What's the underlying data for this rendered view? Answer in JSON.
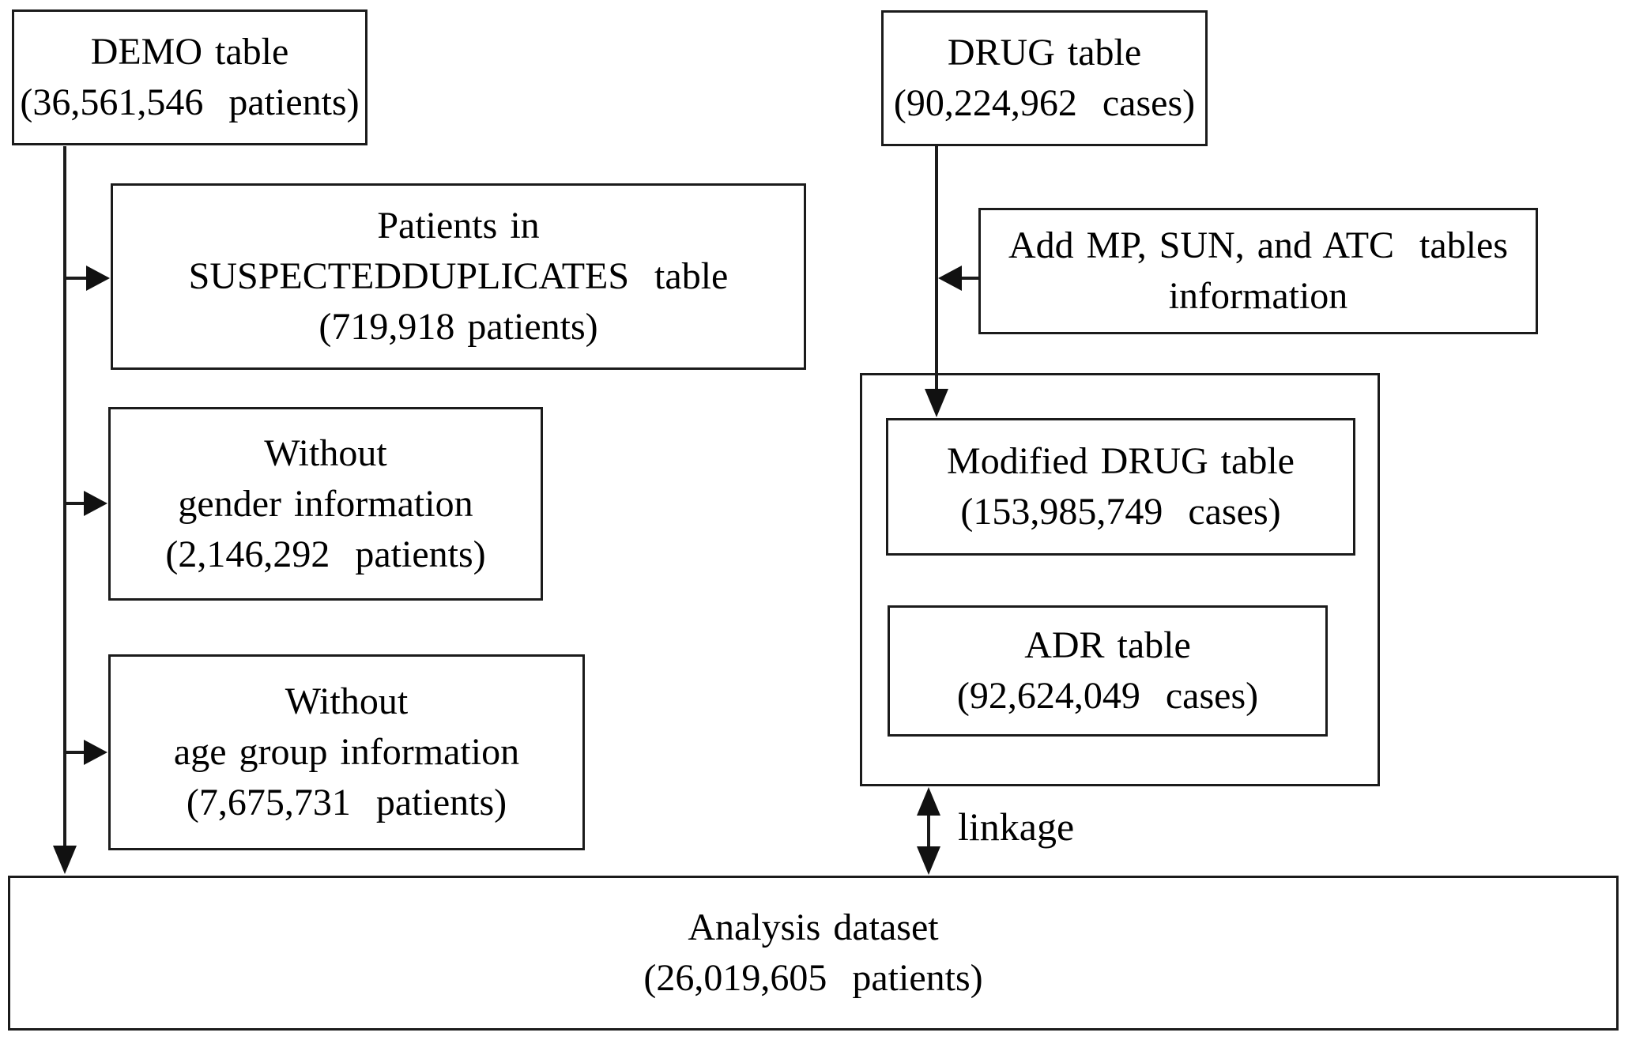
{
  "diagram": {
    "demo_box": {
      "line1": "DEMO table",
      "line2": "(36,561,546  patients)"
    },
    "drug_box": {
      "line1": "DRUG table",
      "line2": "(90,224,962  cases)"
    },
    "duplicates_box": {
      "line1": "Patients in",
      "line2": "SUSPECTEDDUPLICATES  table",
      "line3": "(719,918 patients)"
    },
    "gender_box": {
      "line1": "Without",
      "line2": "gender information",
      "line3": "(2,146,292  patients)"
    },
    "age_box": {
      "line1": "Without",
      "line2": "age group information",
      "line3": "(7,675,731  patients)"
    },
    "add_box": {
      "line1": "Add MP, SUN, and ATC  tables",
      "line2": "information"
    },
    "modified_drug_box": {
      "line1": "Modified DRUG table",
      "line2": "(153,985,749  cases)"
    },
    "adr_box": {
      "line1": "ADR table",
      "line2": "(92,624,049  cases)"
    },
    "analysis_box": {
      "line1": "Analysis dataset",
      "line2": "(26,019,605  patients)"
    },
    "linkage_label": "linkage",
    "colors": {
      "line": "#1b1b1b",
      "background": "#ffffff",
      "text": "#000000"
    }
  }
}
